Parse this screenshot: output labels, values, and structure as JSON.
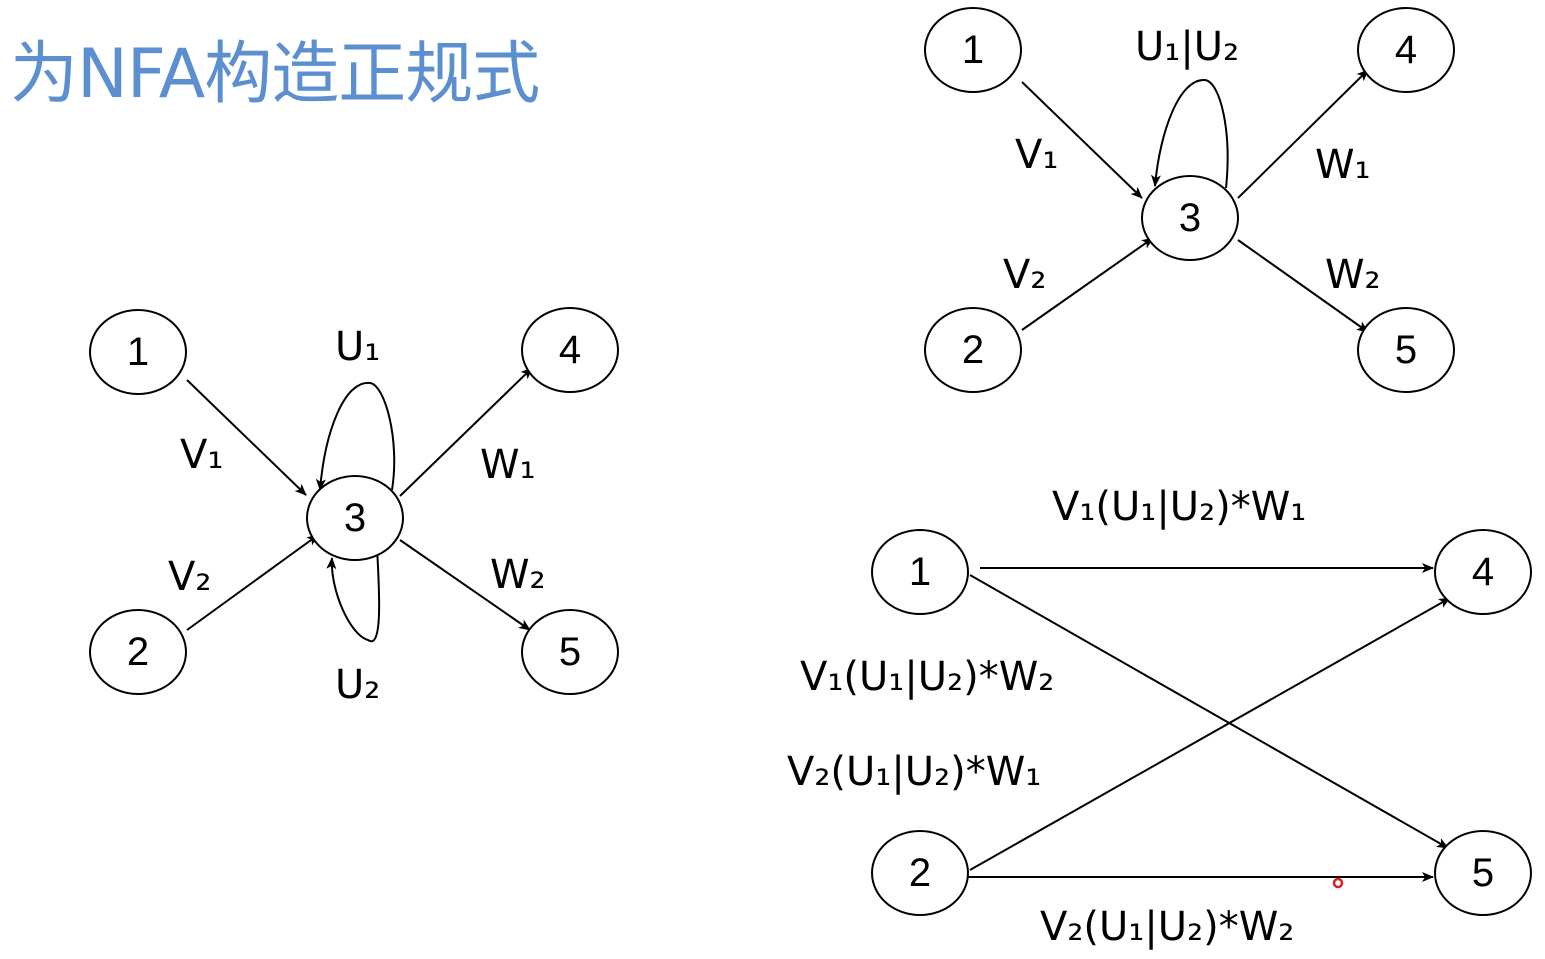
{
  "title": "为NFA构造正规式",
  "diagrams": {
    "left": {
      "nodes": [
        "1",
        "2",
        "3",
        "4",
        "5"
      ],
      "labels": {
        "v1": "V₁",
        "v2": "V₂",
        "u1": "U₁",
        "u2": "U₂",
        "w1": "W₁",
        "w2": "W₂"
      }
    },
    "top_right": {
      "nodes": [
        "1",
        "2",
        "3",
        "4",
        "5"
      ],
      "labels": {
        "loop": "U₁|U₂",
        "v1": "V₁",
        "v2": "V₂",
        "w1": "W₁",
        "w2": "W₂"
      }
    },
    "bottom_right": {
      "nodes": [
        "1",
        "2",
        "4",
        "5"
      ],
      "labels": {
        "e14": "V₁(U₁|U₂)*W₁",
        "e15": "V₁(U₁|U₂)*W₂",
        "e24": "V₂(U₁|U₂)*W₁",
        "e25": "V₂(U₁|U₂)*W₂"
      }
    }
  }
}
